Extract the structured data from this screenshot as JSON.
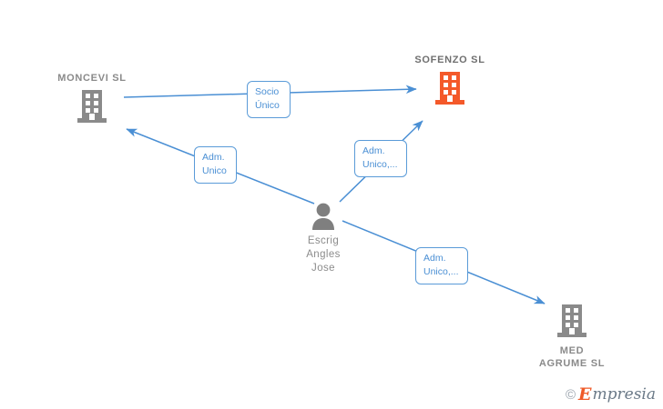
{
  "diagram": {
    "type": "relationship-graph",
    "background": "#ffffff",
    "edge_color": "#4a8fd4",
    "company_color": "#8a8a8a",
    "highlight_color": "#f4592a",
    "person_color": "#7f7f7f",
    "chip_border_color": "#5a9bd8",
    "chip_text_color": "#4a8fd4"
  },
  "nodes": {
    "moncevi": {
      "label": "MONCEVI  SL",
      "icon": "building-icon",
      "kind": "company",
      "color": "#8a8a8a"
    },
    "sofenzo": {
      "label": "SOFENZO  SL",
      "icon": "building-icon",
      "kind": "company",
      "color": "#f4592a"
    },
    "med_agrume": {
      "label": "MED\nAGRUME SL",
      "icon": "building-icon",
      "kind": "company",
      "color": "#8a8a8a"
    },
    "person": {
      "label": "Escrig\nAngles\nJose",
      "icon": "person-icon",
      "kind": "person",
      "color": "#8c8c8c"
    }
  },
  "edge_labels": {
    "socio_unico": "Socio\nÚnico",
    "adm_unico": "Adm.\nUnico",
    "adm_unico_mas_1": "Adm.\nUnico,...",
    "adm_unico_mas_2": "Adm.\nUnico,..."
  },
  "watermark": {
    "copyright": "©",
    "brand_initial": "E",
    "brand_rest": "mpresia"
  }
}
